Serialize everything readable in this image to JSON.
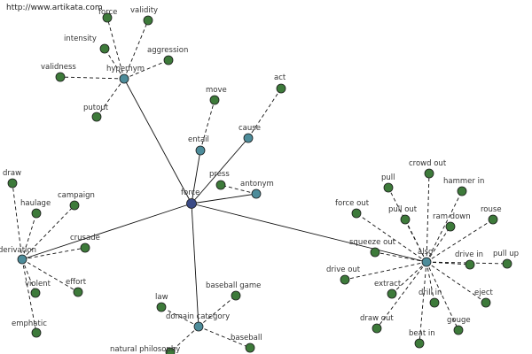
{
  "watermark": "http://www.artikata.com",
  "colors": {
    "root": "#3a4a86",
    "relation": "#4d8c9a",
    "leaf": "#3d7a3a",
    "edge": "#111111"
  },
  "root": {
    "label": "force"
  },
  "relations": [
    {
      "label": "hypernym",
      "children": [
        "validity",
        "intensity",
        "aggression",
        "validness",
        "putout",
        "force"
      ]
    },
    {
      "label": "entail",
      "children": [
        "move"
      ]
    },
    {
      "label": "cause",
      "children": [
        "act"
      ]
    },
    {
      "label": "antonym",
      "children": [
        "press"
      ]
    },
    {
      "label": "derivation",
      "children": [
        "draw",
        "haulage",
        "campaign",
        "crusade",
        "violent",
        "effort",
        "emphatic"
      ]
    },
    {
      "label": "domain category",
      "children": [
        "law",
        "baseball game",
        "natural philosophy",
        "baseball"
      ]
    },
    {
      "label": "also",
      "children": [
        "crowd out",
        "pull",
        "hammer in",
        "force out",
        "pull out",
        "ram down",
        "rouse",
        "squeeze out",
        "drive in",
        "pull up",
        "drive out",
        "extract",
        "drill in",
        "eject",
        "draw out",
        "gouge",
        "beat in"
      ]
    }
  ]
}
